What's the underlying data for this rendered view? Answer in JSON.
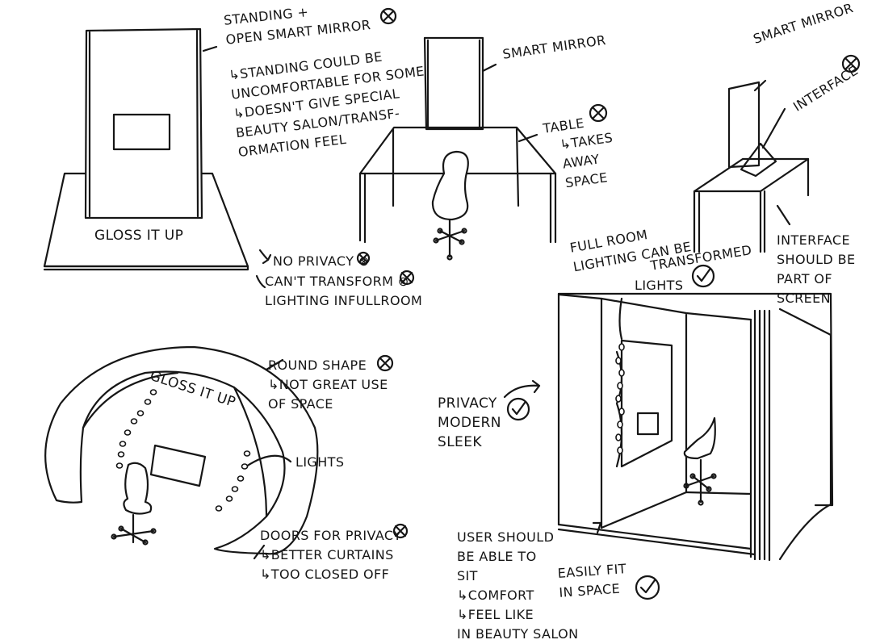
{
  "sketch_1": {
    "title": "STANDING +\nOPEN SMART MIRROR",
    "notes": "↳STANDING COULD BE\nUNCOMFORTABLE FOR SOME\n↳DOESN'T GIVE SPECIAL\nBEAUTY SALON/TRANSF-\nORMATION FEEL",
    "platform_label": "GLOSS IT UP",
    "cons": "NO PRIVACY ⊗",
    "cons_2": "CAN'T TRANSFORM ⊗\nLIGHTING INFULLROOM"
  },
  "sketch_2": {
    "mirror_label": "SMART MIRROR",
    "table_label": "TABLE",
    "table_note": "↳TAKES\nAWAY\nSPACE"
  },
  "sketch_3": {
    "mirror_label": "SMART MIRROR",
    "interface_label": "INTERFACE",
    "interface_note": "INTERFACE\nSHOULD BE\nPART OF\nSCREEN"
  },
  "sketch_4": {
    "arch_label": "GLOSS IT UP",
    "shape_note": "ROUND SHAPE\n↳NOT GREAT USE\nOF SPACE",
    "lights_label": "LIGHTS",
    "doors_note": "DOORS FOR PRIVACY\n↳BETTER CURTAINS\n↳TOO CLOSED OFF"
  },
  "sketch_5": {
    "full_room_note": "FULL ROOM\nLIGHTING CAN BE",
    "transformed": "TRANSFORMED",
    "lights_label": "LIGHTS",
    "privacy_note": "PRIVACY\nMODERN\nSLEEK",
    "user_note": "USER SHOULD\nBE ABLE TO\nSIT\n↳COMFORT\n↳FEEL LIKE\nIN BEAUTY SALON",
    "fit_note": "EASILY FIT\nIN SPACE"
  },
  "ink_color": "#161616"
}
